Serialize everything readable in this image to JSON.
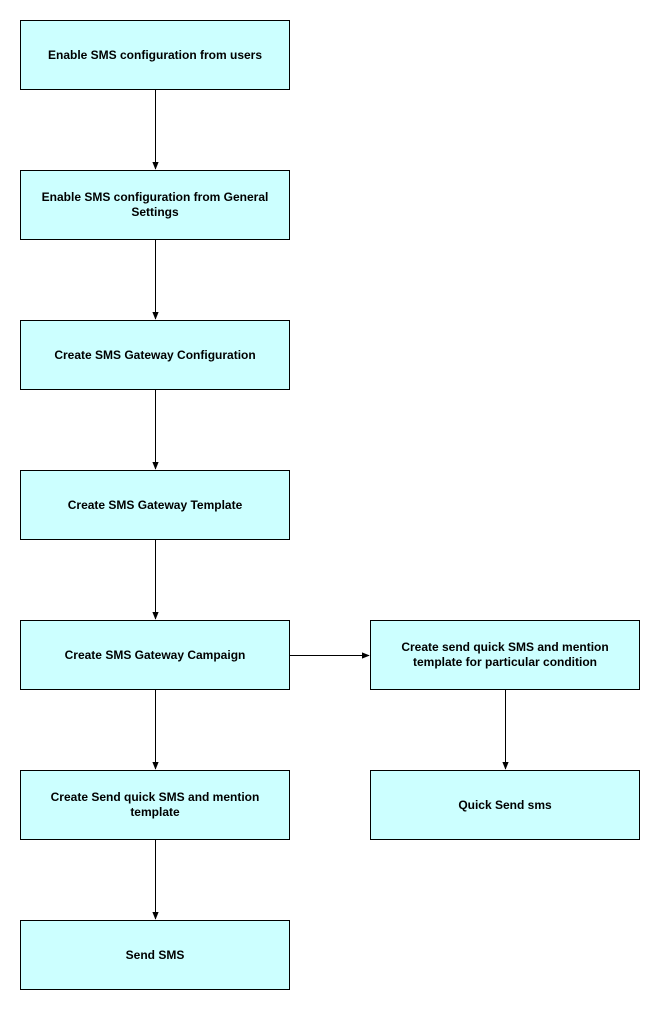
{
  "colors": {
    "node_fill": "#ccffff",
    "node_border": "#000000",
    "text": "#000000",
    "connector": "#000000"
  },
  "nodes": {
    "enable_sms_users": "Enable SMS configuration from users",
    "enable_sms_general": "Enable SMS configuration from General Settings",
    "create_gateway_config": "Create SMS Gateway Configuration",
    "create_gateway_template": "Create SMS Gateway Template",
    "create_gateway_campaign": "Create SMS Gateway Campaign",
    "create_send_quick_sms": "Create Send quick SMS and mention template",
    "send_sms": "Send SMS",
    "create_send_quick_sms_condition": "Create send quick SMS and mention template for particular condition",
    "quick_send_sms": "Quick Send sms"
  },
  "edges": [
    {
      "from": "enable_sms_users",
      "to": "enable_sms_general"
    },
    {
      "from": "enable_sms_general",
      "to": "create_gateway_config"
    },
    {
      "from": "create_gateway_config",
      "to": "create_gateway_template"
    },
    {
      "from": "create_gateway_template",
      "to": "create_gateway_campaign"
    },
    {
      "from": "create_gateway_campaign",
      "to": "create_send_quick_sms"
    },
    {
      "from": "create_send_quick_sms",
      "to": "send_sms"
    },
    {
      "from": "create_gateway_campaign",
      "to": "create_send_quick_sms_condition"
    },
    {
      "from": "create_send_quick_sms_condition",
      "to": "quick_send_sms"
    }
  ]
}
